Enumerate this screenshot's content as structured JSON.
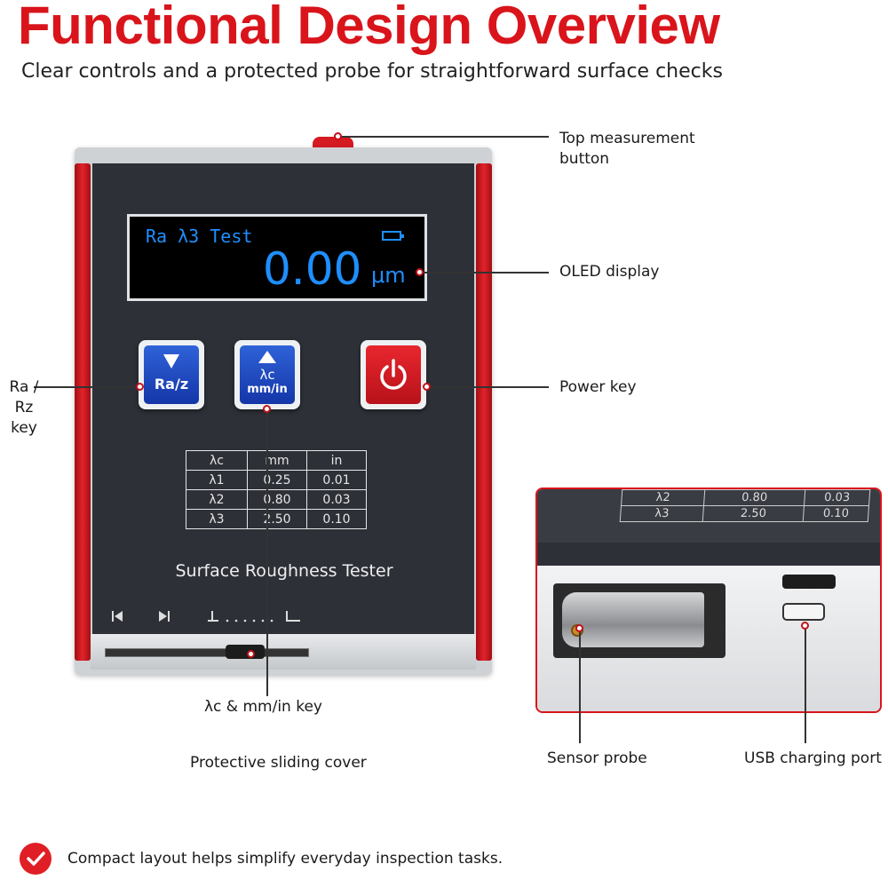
{
  "header": {
    "title": "Functional Design Overview",
    "subtitle": "Clear controls and a protected probe for straightforward surface checks"
  },
  "device": {
    "name": "Surface Roughness Tester",
    "display": {
      "mode": "Ra λ3 Test",
      "value": "0.00",
      "unit": "μm"
    },
    "keys": {
      "ra_rz": "Ra/z",
      "lambda_top": "λc",
      "lambda_bottom": "mm/in",
      "power_icon": "power-icon"
    },
    "table": {
      "headers": [
        "λc",
        "mm",
        "in"
      ],
      "rows": [
        [
          "λ1",
          "0.25",
          "0.01"
        ],
        [
          "λ2",
          "0.80",
          "0.03"
        ],
        [
          "λ3",
          "2.50",
          "0.10"
        ]
      ]
    }
  },
  "inset_table": {
    "rows": [
      [
        "λ2",
        "0.80",
        "0.03"
      ],
      [
        "λ3",
        "2.50",
        "0.10"
      ]
    ]
  },
  "callouts": {
    "top_button": "Top measurement button",
    "oled": "OLED display",
    "power": "Power key",
    "ra_rz": "Ra / Rz key",
    "lambda_key": "λc & mm/in key",
    "cover": "Protective sliding cover",
    "probe": "Sensor probe",
    "usb": "USB charging port"
  },
  "footer": {
    "icon": "check-icon",
    "text": "Compact layout helps simplify everyday inspection tasks."
  },
  "colors": {
    "accent": "#d9141b",
    "display_text": "#1e8fff",
    "key_blue": "#1f47c4",
    "panel": "#2e3038"
  }
}
